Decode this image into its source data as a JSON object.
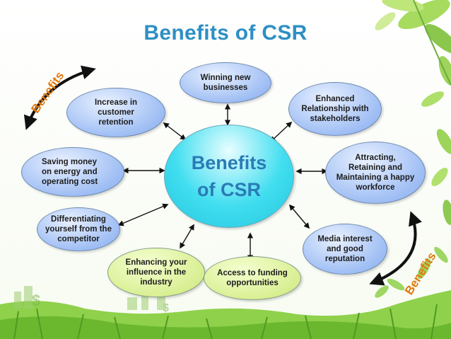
{
  "slide": {
    "title": "Benefits of CSR",
    "center": "Benefits\nof CSR",
    "curved_labels": {
      "top_left": "Benefits",
      "bottom_right": "Benefits"
    },
    "nodes": {
      "winning": "Winning new\nbusinesses",
      "stakeholders": "Enhanced\nRelationship with\nstakeholders",
      "retention": "Increase in\ncustomer\nretention",
      "saving": "Saving money\non energy and\noperating cost",
      "attracting": "Attracting,\nRetaining and\nMaintaining a happy\nworkforce",
      "differentiating": "Differentiating\nyourself from the\ncompetitor",
      "media": "Media interest\nand good\nreputation",
      "influence": "Enhancing your\ninfluence in the\nindustry",
      "funding": "Access to funding\nopportunities"
    },
    "colors": {
      "title": "#2e8fc4",
      "center_fill": "#41def0",
      "blue_bubble": "#9fbef4",
      "green_bubble": "#d9ef93",
      "leaf_green": "#8dcf3f",
      "curved_label": "#e07a10"
    }
  }
}
